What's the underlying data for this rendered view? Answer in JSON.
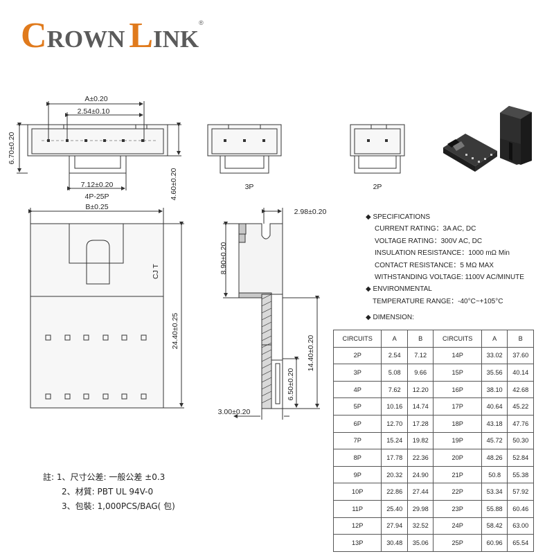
{
  "logo": {
    "crown_initial": "C",
    "crown_rest": "ROWN",
    "link_initial": "L",
    "link_rest": "INK",
    "registered": "®",
    "colors": {
      "accent": "#e07a1c",
      "dark": "#5a5a5a"
    }
  },
  "views": {
    "dim_a": "A±0.20",
    "dim_pitch": "2.54±0.10",
    "dim_height_left": "6.70±0.20",
    "dim_height_right": "4.60±0.20",
    "dim_tab_width": "7.12±0.20",
    "label_range": "4P-25P",
    "label_3p": "3P",
    "label_2p": "2P",
    "dim_b": "B±0.25",
    "dim_length": "24.40±0.25",
    "mark_cjt": "CJ T",
    "dim_side_top": "2.98±0.20",
    "dim_side_upper": "8.90±0.20",
    "dim_side_lower": "14.40±0.20",
    "dim_side_slot": "6.50±0.20",
    "dim_side_bottom": "3.00±0.20"
  },
  "specs": {
    "specifications_heading": "SPECIFICATIONS",
    "current_rating": "CURRENT RATING：3A AC, DC",
    "voltage_rating": "VOLTAGE RATING：300V  AC, DC",
    "insulation_resistance": "INSULATION RESISTANCE：1000 mΩ Min",
    "contact_resistance": "CONTACT RESISTANCE：5 MΩ MAX",
    "withstanding_voltage": "WITHSTANDING VOLTAGE: 1100V AC/MINUTE",
    "environmental_heading": "ENVIRONMENTAL",
    "temperature_range": "TEMPERATURE RANGE：-40°C~+105°C",
    "dimension_heading": "DIMENSION:"
  },
  "table": {
    "headers": [
      "CIRCUITS",
      "A",
      "B",
      "CIRCUITS",
      "A",
      "B"
    ],
    "rows": [
      [
        "2P",
        "2.54",
        "7.12",
        "14P",
        "33.02",
        "37.60"
      ],
      [
        "3P",
        "5.08",
        "9.66",
        "15P",
        "35.56",
        "40.14"
      ],
      [
        "4P",
        "7.62",
        "12.20",
        "16P",
        "38.10",
        "42.68"
      ],
      [
        "5P",
        "10.16",
        "14.74",
        "17P",
        "40.64",
        "45.22"
      ],
      [
        "6P",
        "12.70",
        "17.28",
        "18P",
        "43.18",
        "47.76"
      ],
      [
        "7P",
        "15.24",
        "19.82",
        "19P",
        "45.72",
        "50.30"
      ],
      [
        "8P",
        "17.78",
        "22.36",
        "20P",
        "48.26",
        "52.84"
      ],
      [
        "9P",
        "20.32",
        "24.90",
        "21P",
        "50.8",
        "55.38"
      ],
      [
        "10P",
        "22.86",
        "27.44",
        "22P",
        "53.34",
        "57.92"
      ],
      [
        "11P",
        "25.40",
        "29.98",
        "23P",
        "55.88",
        "60.46"
      ],
      [
        "12P",
        "27.94",
        "32.52",
        "24P",
        "58.42",
        "63.00"
      ],
      [
        "13P",
        "30.48",
        "35.06",
        "25P",
        "60.96",
        "65.54"
      ]
    ]
  },
  "notes": {
    "prefix": "註:",
    "item1": "1、尺寸公差: 一般公差 ±0.3",
    "item2": "2、材質: PBT UL 94V-0",
    "item3": "3、包裝: 1,000PCS/BAG( 包)"
  }
}
